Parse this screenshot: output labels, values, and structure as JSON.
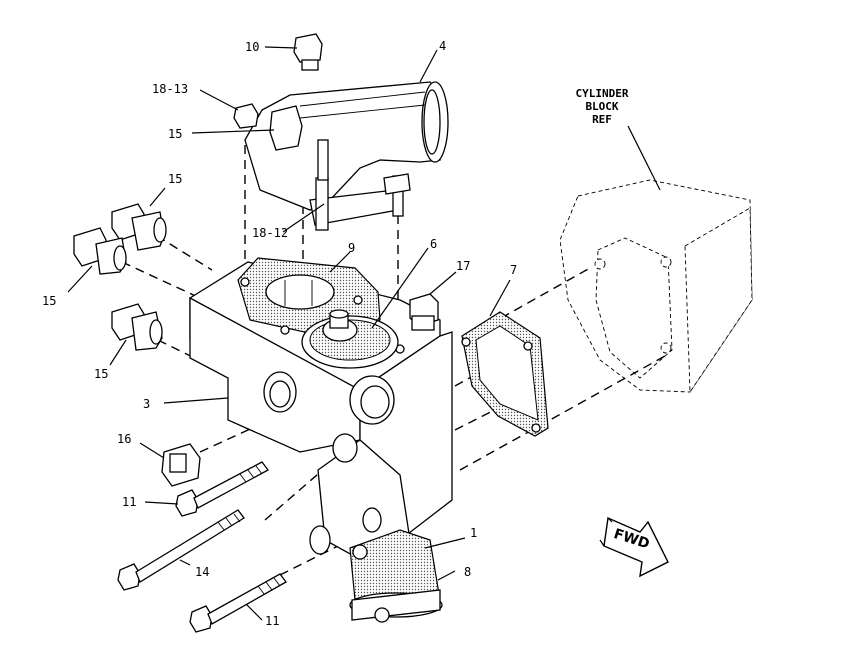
{
  "callouts": {
    "c10": "10",
    "c4": "4",
    "c18_13": "18-13",
    "c15_top": "15",
    "c15_left": "15",
    "c18_12": "18-12",
    "c9": "9",
    "c6": "6",
    "c17": "17",
    "c7": "7",
    "c15_lower": "15",
    "c15_mid": "15",
    "c3": "3",
    "c16": "16",
    "c11_top": "11",
    "c14": "14",
    "c11_bottom": "11",
    "c1": "1",
    "c8": "8"
  },
  "reference": {
    "line1": "CYLINDER",
    "line2": "BLOCK",
    "line3": "REF"
  },
  "direction": {
    "label": "FWD"
  }
}
